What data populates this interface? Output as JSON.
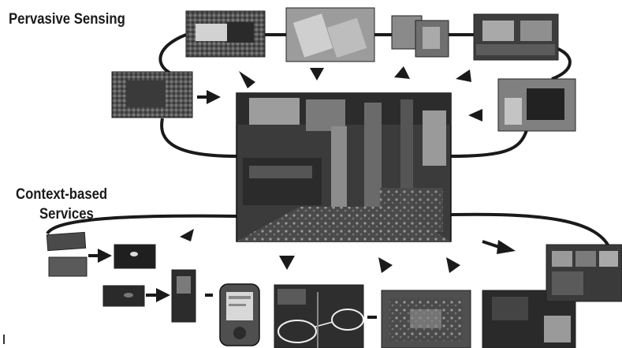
{
  "labels": {
    "pervasive_sensing": "Pervasive Sensing",
    "context_based_line1": "Context-based",
    "context_based_line2": "Services"
  },
  "colors": {
    "ink": "#1a1a1a",
    "photo_dark": "#2a2a2a",
    "photo_mid": "#6b6b6b",
    "photo_light": "#b9b9b9",
    "highlight_circle": "#f2f2f2"
  },
  "icons": {
    "arrow": "triangle-arrow-icon",
    "dash": "connector-dash-icon"
  }
}
